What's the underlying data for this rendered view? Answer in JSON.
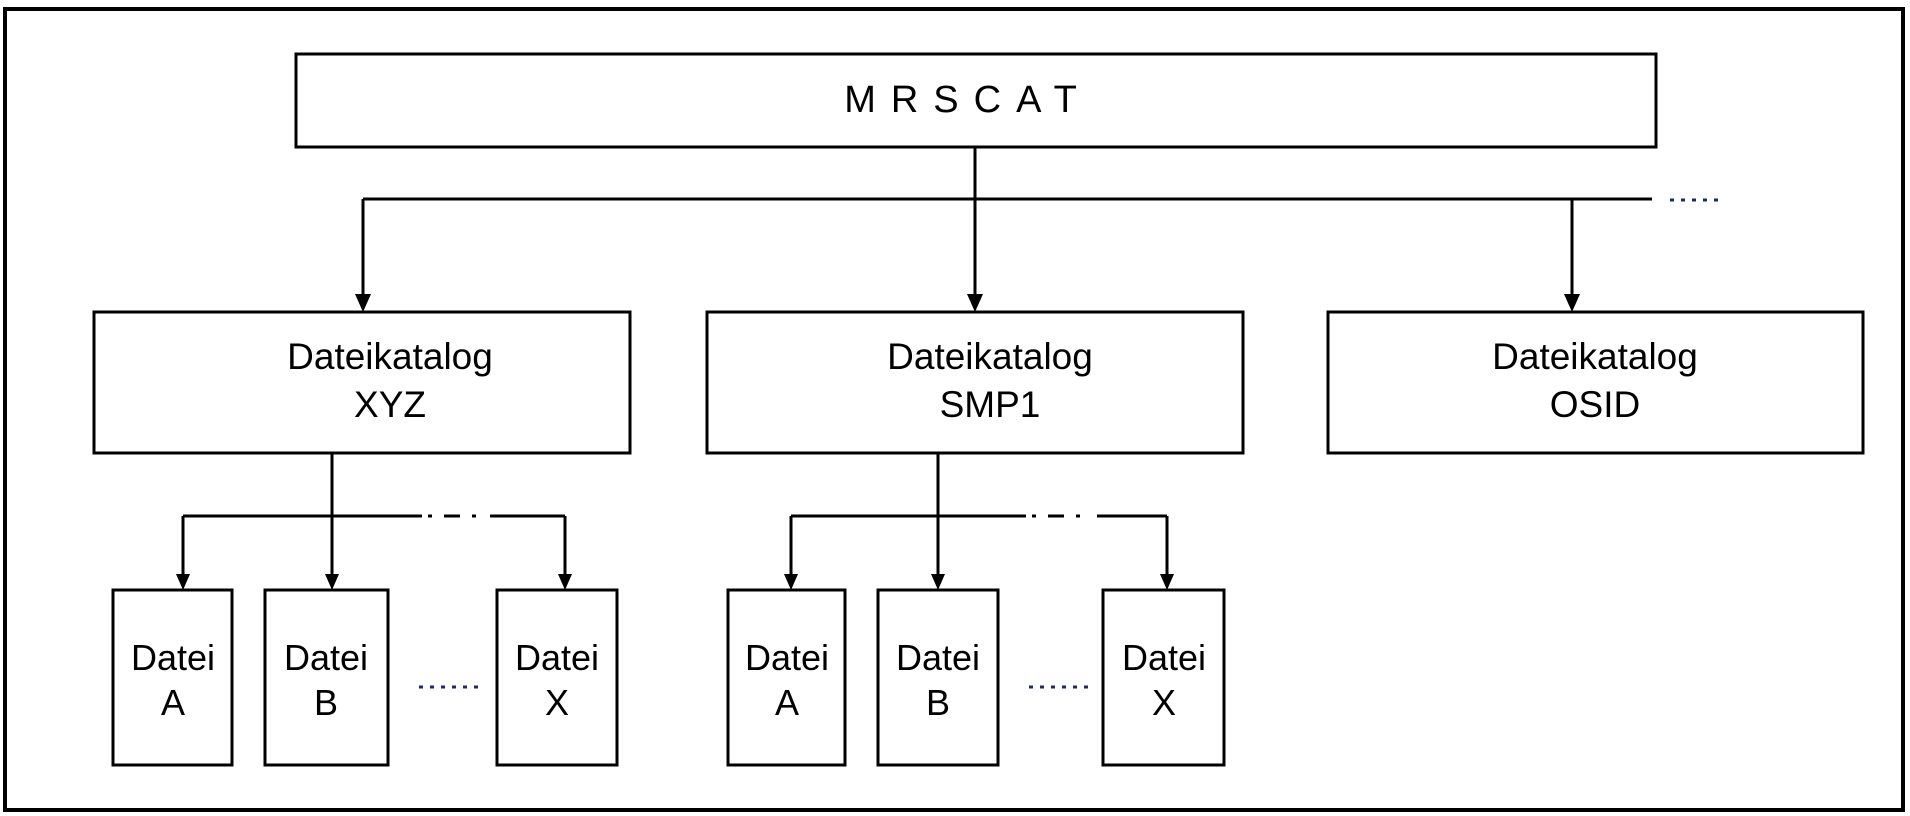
{
  "root": {
    "label": "MRSCAT"
  },
  "more_catalogs_indicator": "....",
  "catalogs": [
    {
      "title": "Dateikatalog",
      "name": "XYZ",
      "files": [
        {
          "title": "Datei",
          "name": "A"
        },
        {
          "title": "Datei",
          "name": "B"
        },
        {
          "title": "Datei",
          "name": "X"
        }
      ],
      "more_files_indicator": "....."
    },
    {
      "title": "Dateikatalog",
      "name": "SMP1",
      "files": [
        {
          "title": "Datei",
          "name": "A"
        },
        {
          "title": "Datei",
          "name": "B"
        },
        {
          "title": "Datei",
          "name": "X"
        }
      ],
      "more_files_indicator": "....."
    },
    {
      "title": "Dateikatalog",
      "name": "OSID",
      "files": []
    }
  ]
}
